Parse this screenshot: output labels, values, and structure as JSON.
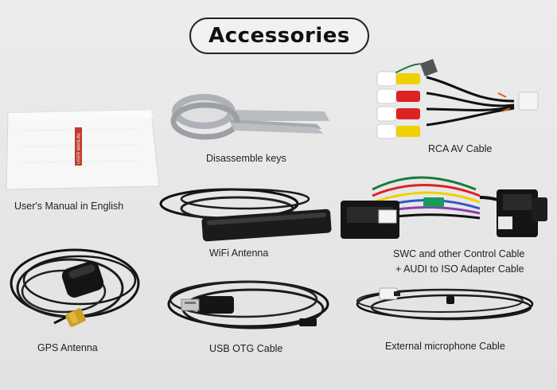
{
  "title": "Accessories",
  "items": [
    {
      "label": "User's Manual in English",
      "icon": "manual-icon"
    },
    {
      "label": "Disassemble keys",
      "icon": "keys-icon"
    },
    {
      "label": "RCA AV Cable",
      "icon": "rca-cable-icon"
    },
    {
      "label": "WiFi Antenna",
      "icon": "wifi-antenna-icon"
    },
    {
      "label_line1": "SWC and other Control Cable",
      "label_line2": "+ AUDI to ISO Adapter Cable",
      "icon": "harness-icon"
    },
    {
      "label": "GPS Antenna",
      "icon": "gps-antenna-icon"
    },
    {
      "label": "USB OTG Cable",
      "icon": "usb-cable-icon"
    },
    {
      "label": "External microphone Cable",
      "icon": "microphone-cable-icon"
    }
  ],
  "manual_cover_text": "USER MANUAL",
  "colors": {
    "accent_red": "#c0392b",
    "cable_black": "#111111",
    "metal": "#b9bcc0"
  }
}
